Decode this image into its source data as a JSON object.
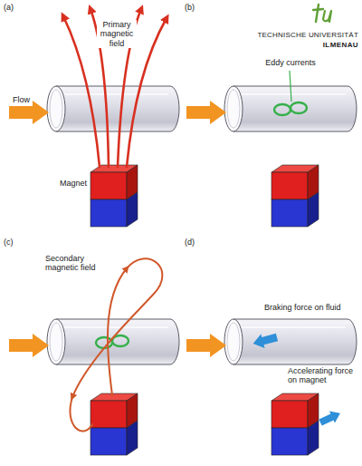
{
  "diagram": {
    "labels": [
      "(a)",
      "Primary magnetic field",
      "Flow",
      "Magnet",
      "(b)",
      "TECHNISCHE UNIVERSITÄT",
      "ILMENAU",
      "Eddy currents",
      "(c)",
      "Secondary magnetic field",
      "(d)",
      "Braking force on fluid",
      "Accelerating force on magnet"
    ]
  }
}
